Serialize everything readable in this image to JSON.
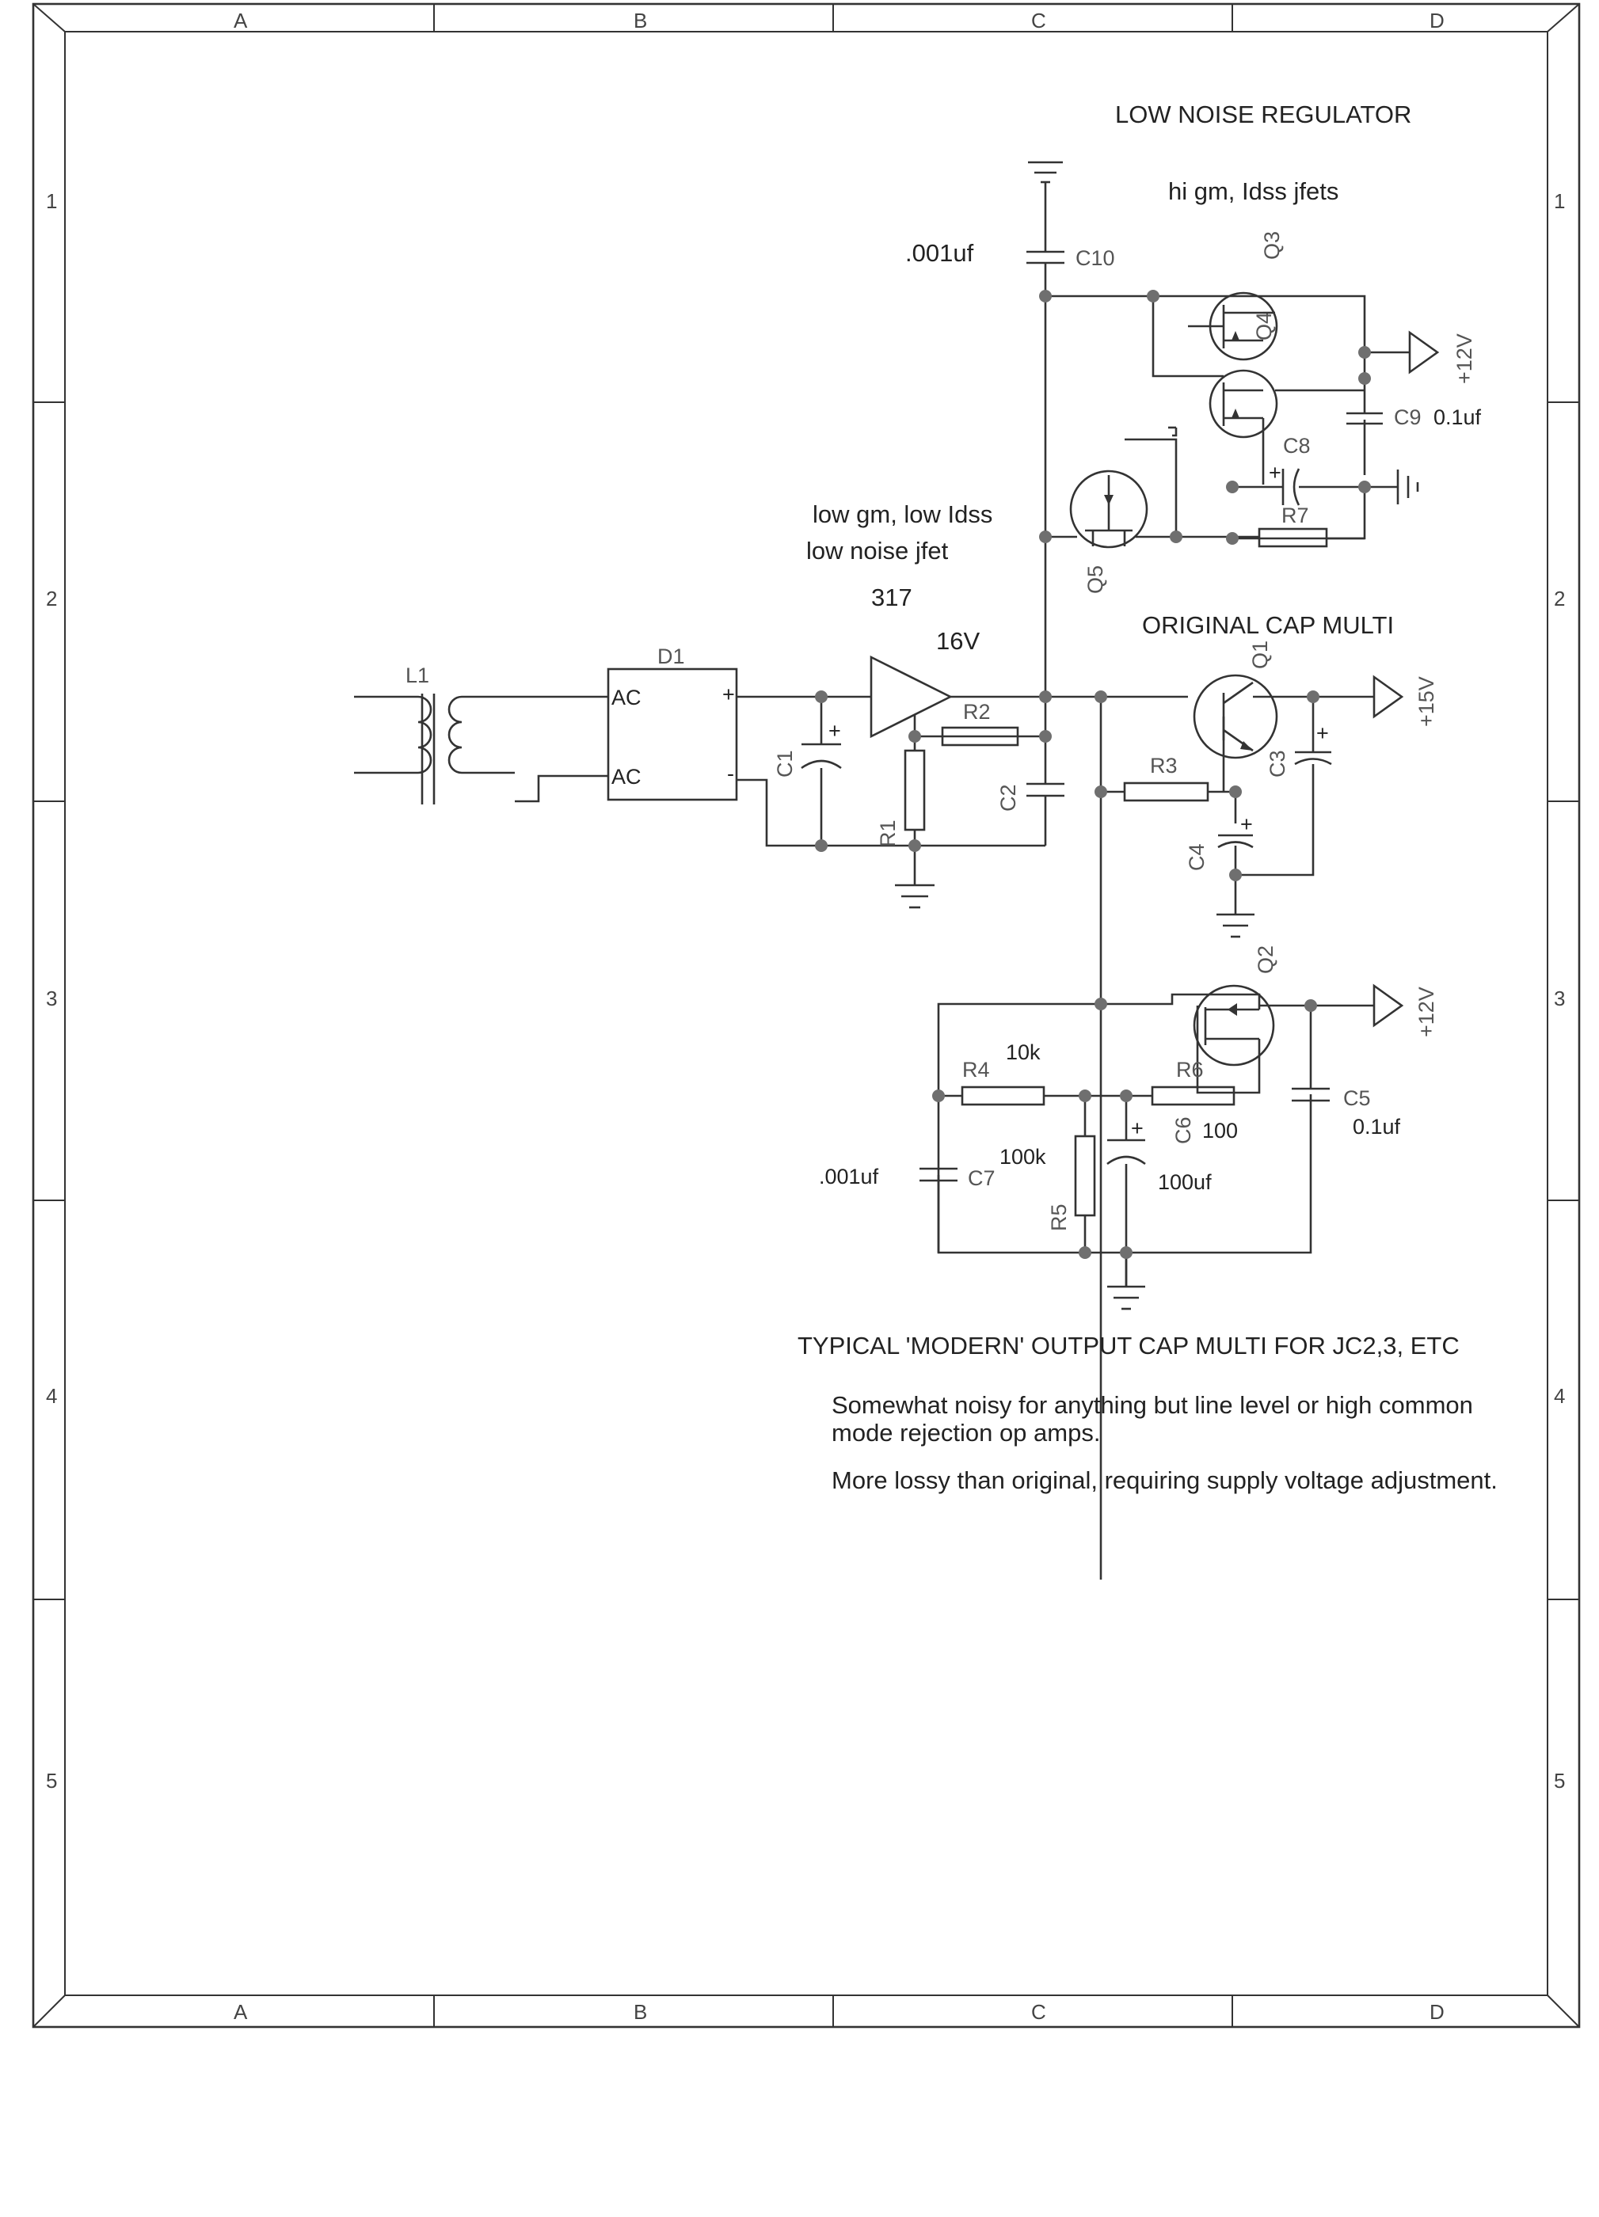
{
  "frame": {
    "columns": [
      "A",
      "B",
      "C",
      "D"
    ],
    "rows": [
      "1",
      "2",
      "3",
      "4",
      "5"
    ]
  },
  "titles": {
    "low_noise_regulator": "LOW NOISE REGULATOR",
    "hi_gm": "hi gm, Idss jfets",
    "low_gm": "low gm, low Idss",
    "low_noise_jfet": "low noise  jfet",
    "original": "ORIGINAL CAP MULTI",
    "typical": "TYPICAL 'MODERN' OUTPUT CAP MULTI FOR JC2,3, ETC"
  },
  "notes": {
    "line1": "Somewhat noisy for anything but line level or high common",
    "line2": "mode rejection op amps.",
    "line3": "More lossy than original, requiring supply voltage adjustment."
  },
  "parts": {
    "l1": "L1",
    "d1": "D1",
    "ac1": "AC",
    "ac2": "AC",
    "plus": "+",
    "minus": "-",
    "c1": "C1",
    "r1": "R1",
    "r2": "R2",
    "c2": "C2",
    "c10": "C10",
    "q3": "Q3",
    "q4": "Q4",
    "q5": "Q5",
    "c9": "C9",
    "c8": "C8",
    "r7": "R7",
    "q1": "Q1",
    "r3": "R3",
    "c3": "C3",
    "c4": "C4",
    "q2": "Q2",
    "r4": "R4",
    "r6": "R6",
    "c5": "C5",
    "c6": "C6",
    "r5": "R5",
    "c7": "C7",
    "reg317": "317"
  },
  "values": {
    "c10": ".001uf",
    "c9": "0.1uf",
    "v16": "16V",
    "r4": "10k",
    "r5": "100k",
    "r6": "100",
    "c6": "100uf",
    "c5": "0.1uf",
    "c7": ".001uf"
  },
  "rails": {
    "top": "+12V",
    "mid": "+15V",
    "bottom": "+12V"
  }
}
